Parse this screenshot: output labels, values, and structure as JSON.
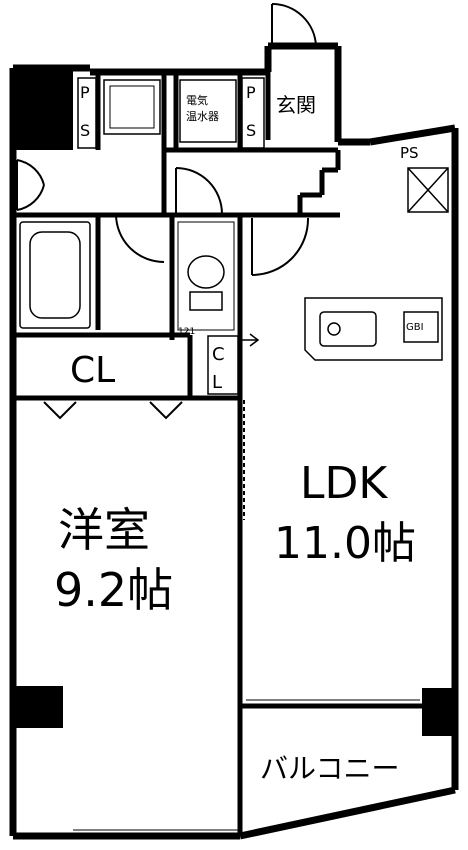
{
  "rooms": {
    "western_name": "洋室",
    "western_size": "9.2帖",
    "ldk_name": "LDK",
    "ldk_size": "11.0帖",
    "balcony": "バルコニー",
    "entrance": "玄関",
    "closet_main": "CL",
    "closet_small_c": "C",
    "closet_small_l": "L",
    "meter_line1": "電気",
    "meter_line2": "温水器",
    "ps_p": "P",
    "ps_s": "S",
    "ps_right": "PS",
    "toilet_tag": "121",
    "range_tag": "GBI"
  },
  "colors": {
    "wall": "#000000",
    "background": "#ffffff"
  }
}
